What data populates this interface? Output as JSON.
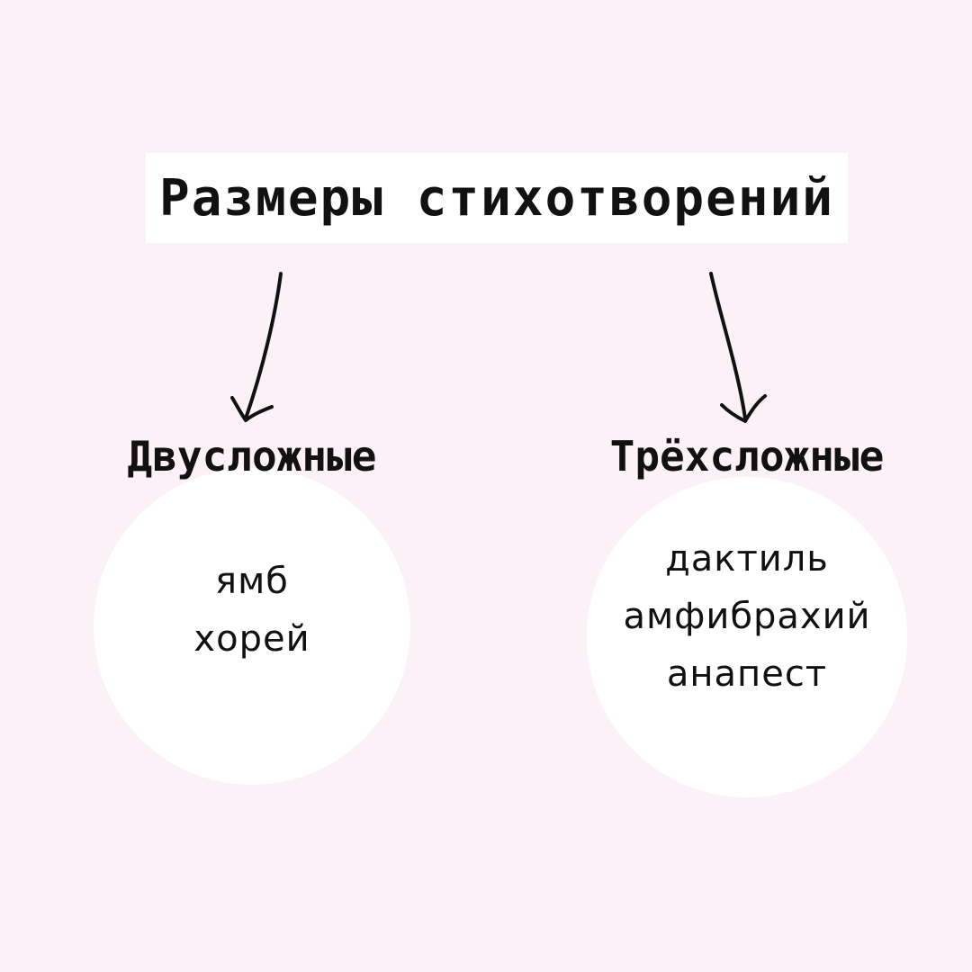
{
  "title": "Размеры стихотворений",
  "branches": [
    {
      "heading": "Двусложные",
      "items": [
        "ямб",
        "хорей"
      ]
    },
    {
      "heading": "Трёхсложные",
      "items": [
        "дактиль",
        "амфибрахий",
        "анапест"
      ]
    }
  ],
  "colors": {
    "background": "#fdf1f8",
    "box": "#ffffff",
    "text": "#111111"
  },
  "icons": {
    "left_arrow": "hand-drawn-arrow-down-left",
    "right_arrow": "hand-drawn-arrow-down-right"
  }
}
